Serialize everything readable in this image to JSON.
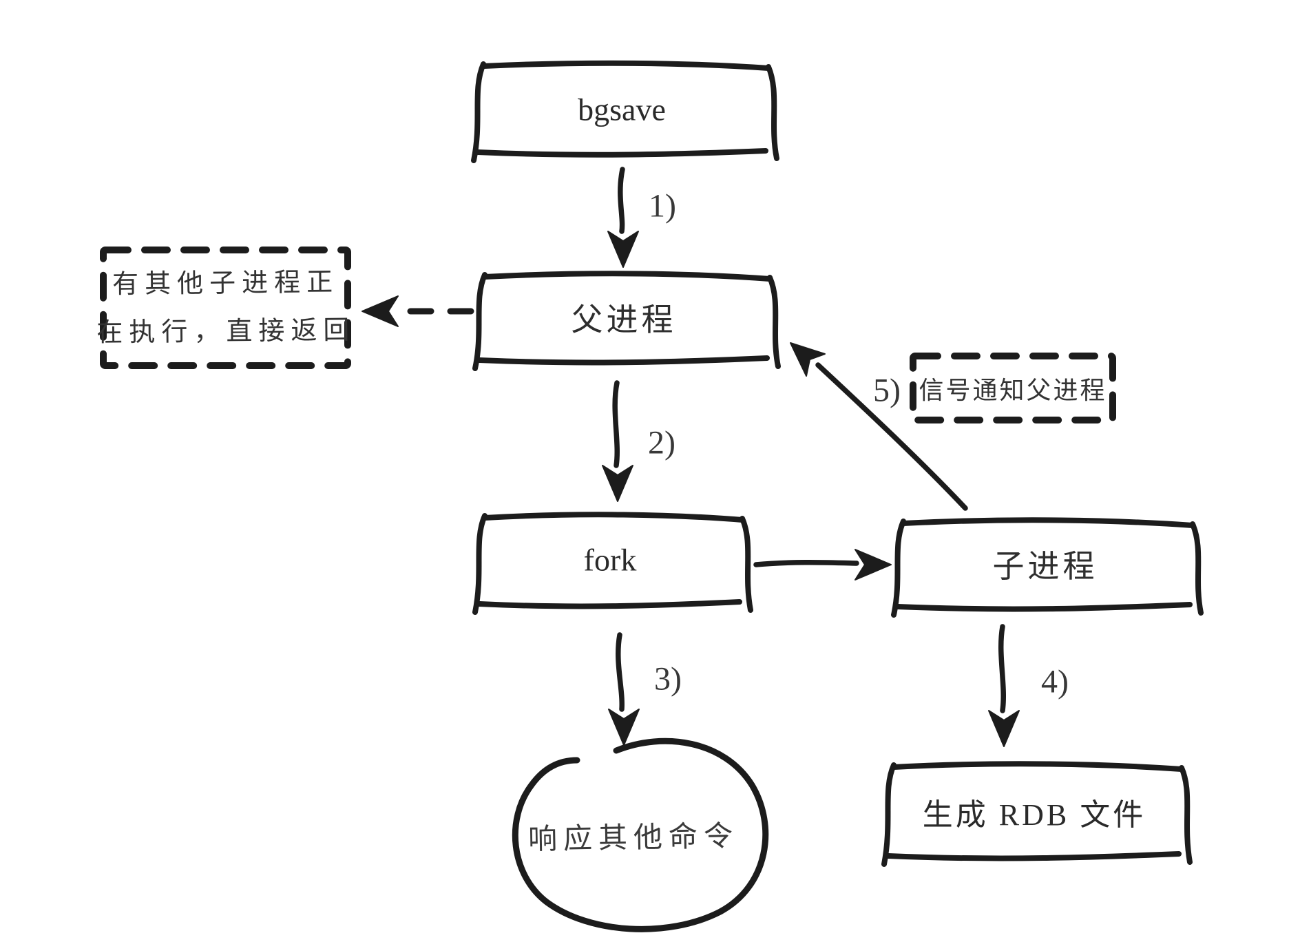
{
  "colors": {
    "ink": "#1c1c1c",
    "background": "#ffffff"
  },
  "nodes": {
    "bgsave": {
      "label": "bgsave"
    },
    "parent_process": {
      "label": "父进程"
    },
    "fork": {
      "label": "fork"
    },
    "child_process": {
      "label": "子进程"
    },
    "generate_rdb": {
      "label": "生成 RDB 文件"
    },
    "respond_other_commands": {
      "label": "响应其他命令"
    }
  },
  "notes": {
    "other_child_running": {
      "line1": "有其他子进程正",
      "line2": "在执行，直接返回"
    },
    "signal_notify_parent": {
      "label": "信号通知父进程"
    }
  },
  "step_labels": {
    "step1": "1)",
    "step2": "2)",
    "step3": "3)",
    "step4": "4)",
    "step5": "5)"
  }
}
